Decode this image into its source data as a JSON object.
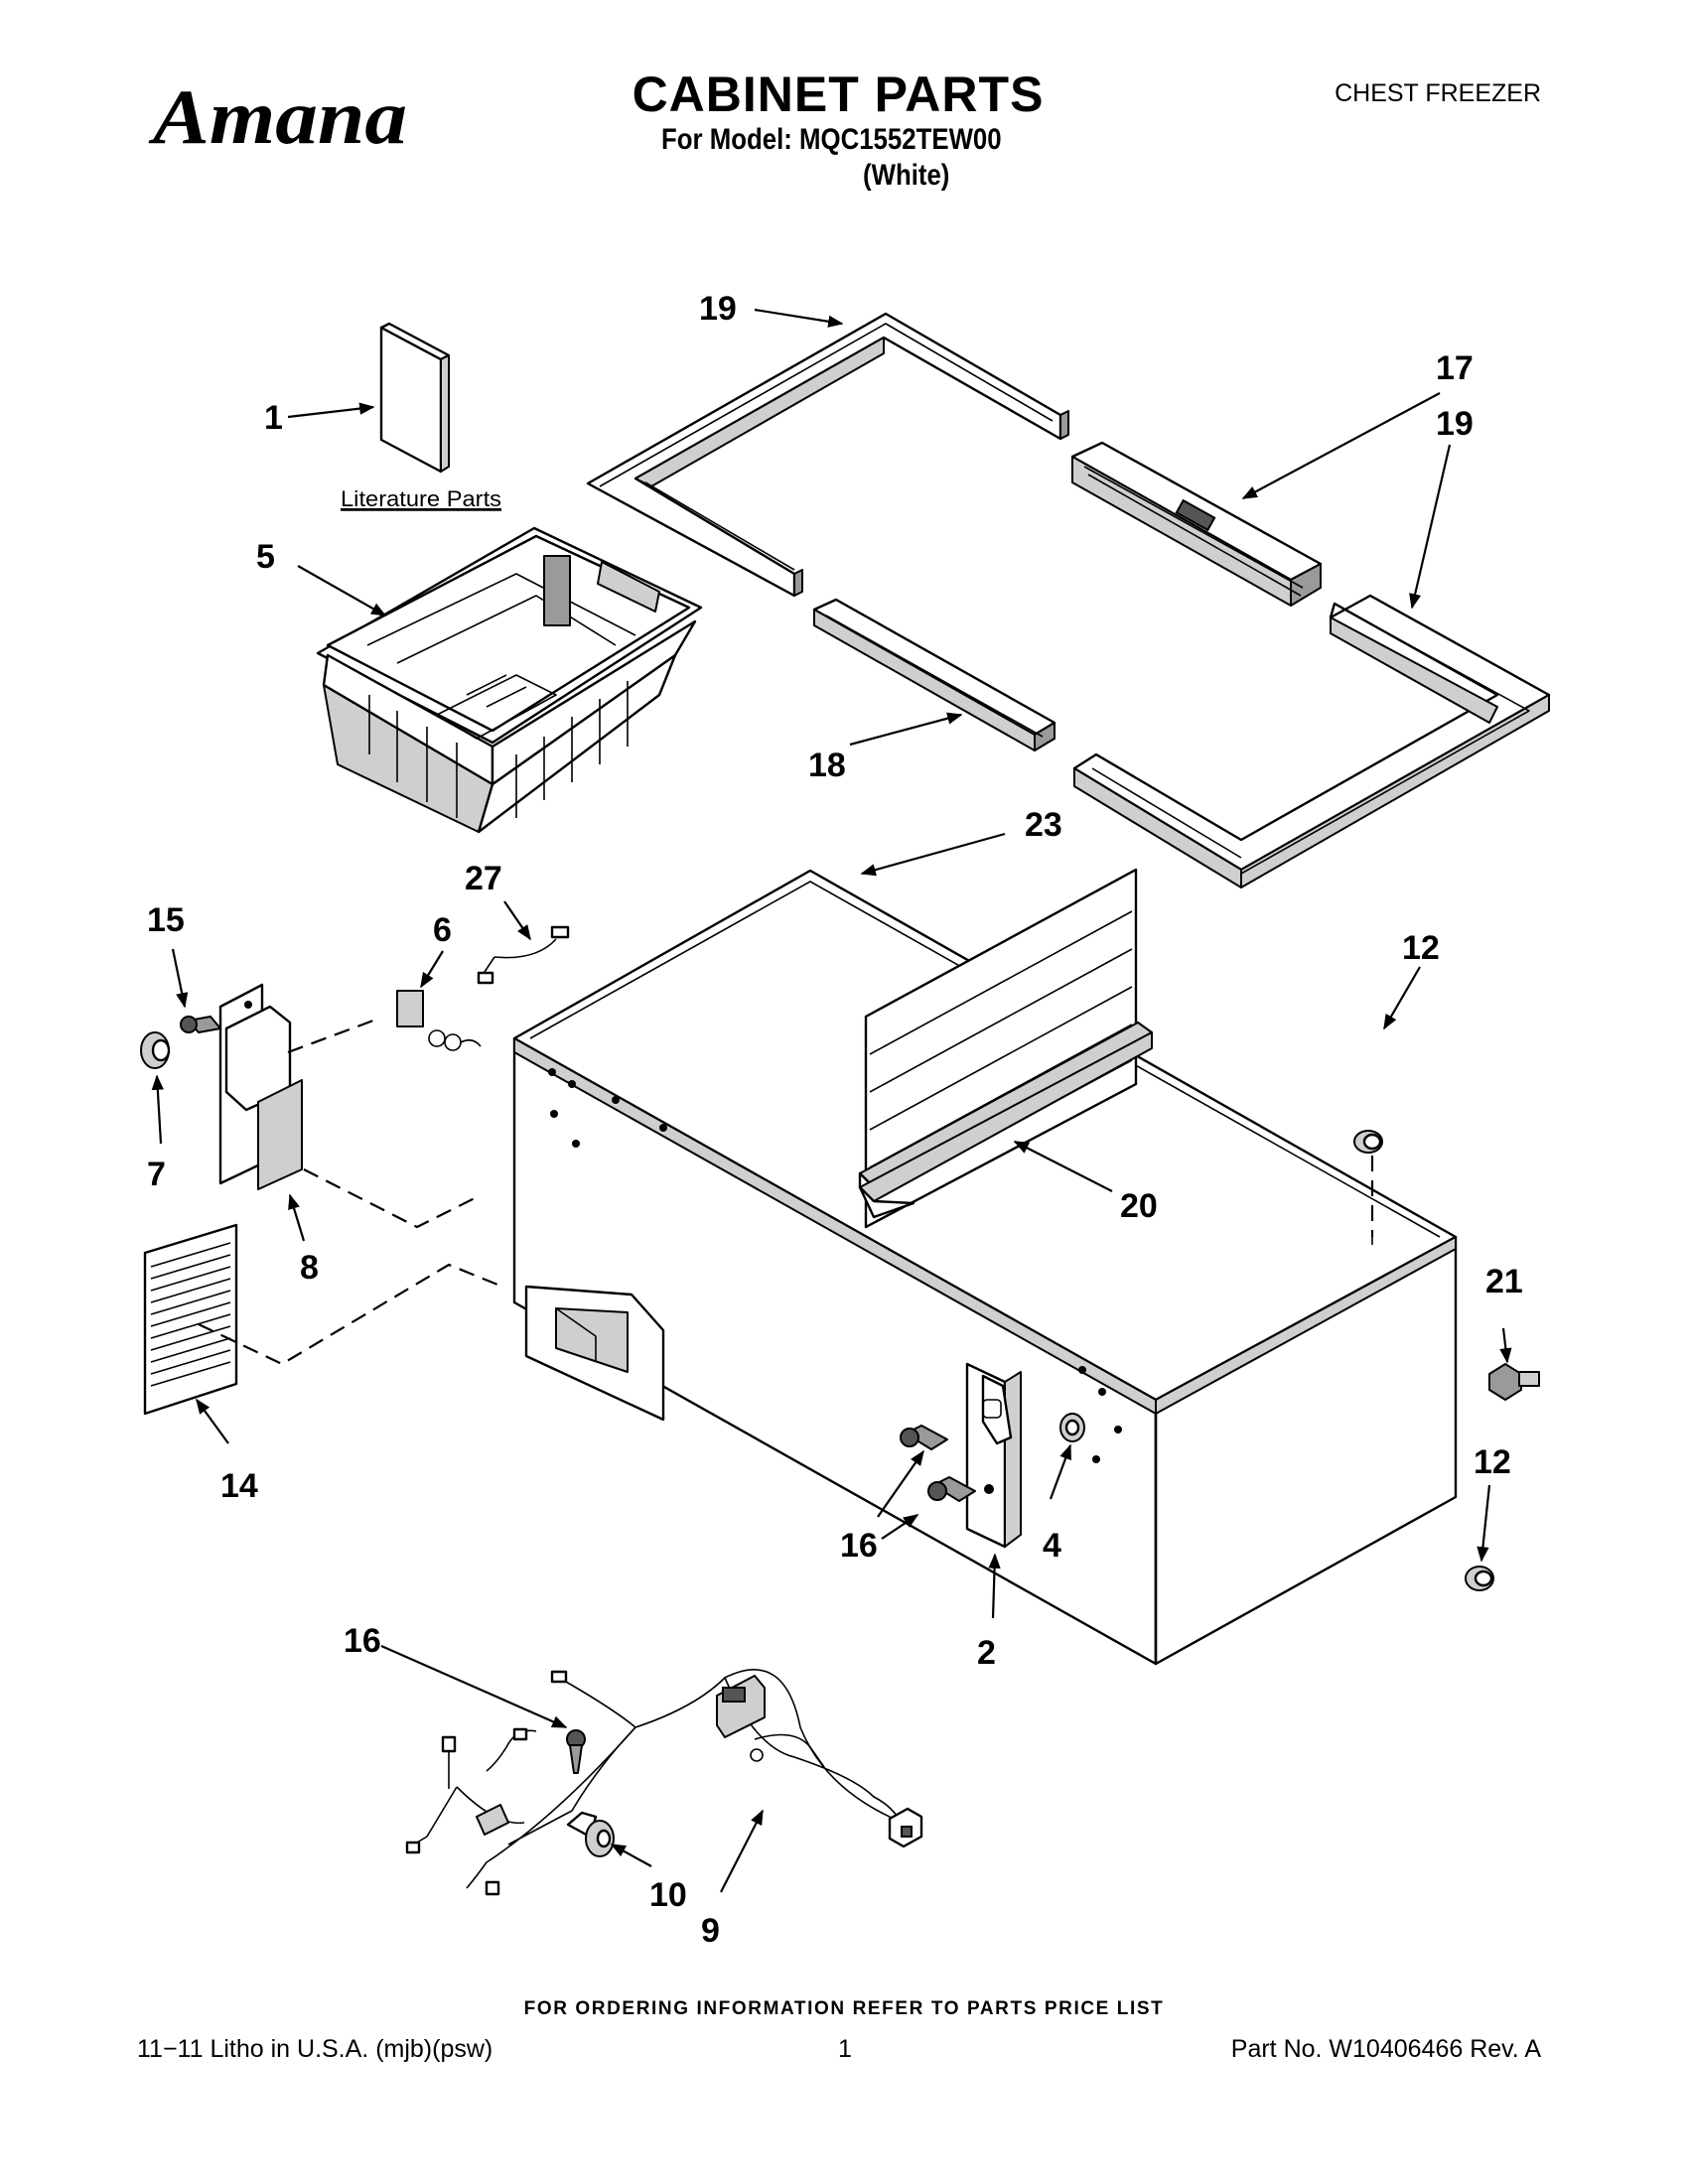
{
  "header": {
    "brand": "Amana",
    "title": "CABINET PARTS",
    "model_line": "For Model: MQC1552TEW00",
    "color_line": "(White)",
    "product_type": "CHEST FREEZER"
  },
  "diagram": {
    "literature_label": "Literature Parts",
    "callouts": {
      "c1": "1",
      "c2": "2",
      "c4": "4",
      "c5": "5",
      "c6": "6",
      "c7": "7",
      "c8": "8",
      "c9": "9",
      "c10": "10",
      "c12a": "12",
      "c12b": "12",
      "c14": "14",
      "c15": "15",
      "c16a": "16",
      "c16b": "16",
      "c17": "17",
      "c18": "18",
      "c19a": "19",
      "c19b": "19",
      "c20": "20",
      "c21": "21",
      "c23": "23",
      "c27": "27"
    }
  },
  "footer": {
    "ordering_note": "FOR ORDERING INFORMATION REFER TO PARTS PRICE LIST",
    "left": "11−11 Litho in U.S.A. (mjb)(psw)",
    "page": "1",
    "part_no": "Part No. W10406466 Rev. A"
  }
}
